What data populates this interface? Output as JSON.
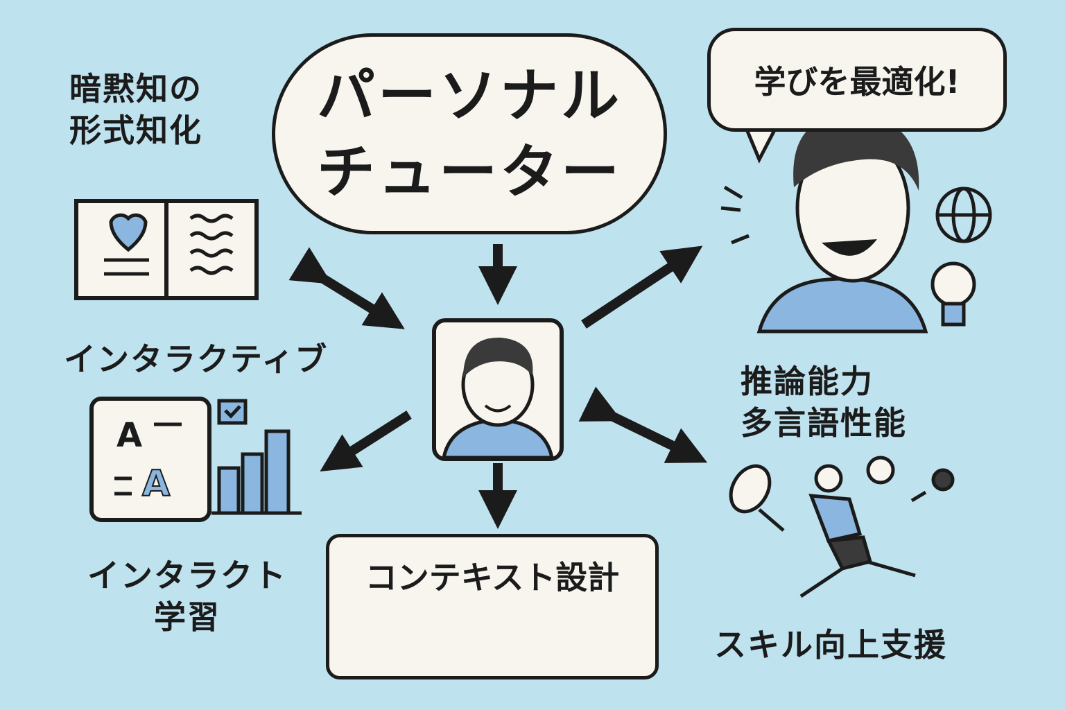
{
  "title": {
    "line1": "パーソナル",
    "line2": "チューター"
  },
  "speech_bubble": "学びを最適化!",
  "tacit_knowledge": {
    "line1": "暗黙知の",
    "line2": "形式知化"
  },
  "interactive": "インタラクティブ",
  "interact_learning": {
    "line1": "インタラクト",
    "line2": "学習"
  },
  "context_design": "コンテキスト設計",
  "abilities": {
    "line1": "推論能力",
    "line2": "多言語性能"
  },
  "skill_support": "スキル向上支援",
  "quiz_card": {
    "a1": "A",
    "a2": "A"
  },
  "colors": {
    "background": "#bfe2ef",
    "accent": "#8ab6e0",
    "paper": "#f7f5ee",
    "ink": "#1b1b1b"
  }
}
